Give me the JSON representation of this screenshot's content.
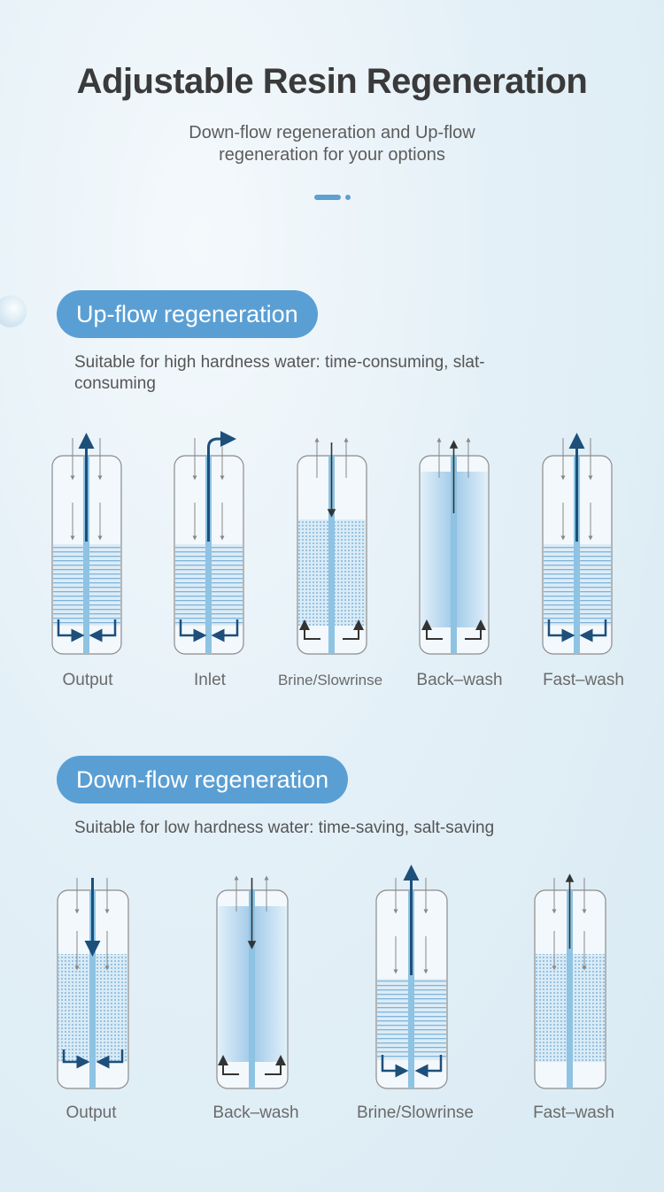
{
  "header": {
    "title": "Adjustable Resin Regeneration",
    "subtitle": "Down-flow regeneration and Up-flow regeneration for your options"
  },
  "upflow": {
    "pill": "Up-flow regeneration",
    "description": "Suitable for high hardness water: time-consuming, slat-consuming",
    "steps": [
      "Output",
      "Inlet",
      "Brine/Slowrinse",
      "Back–wash",
      "Fast–wash"
    ]
  },
  "downflow": {
    "pill": "Down-flow regeneration",
    "description": "Suitable for low hardness water: time-saving, salt-saving",
    "steps": [
      "Output",
      "Back–wash",
      "Brine/Slowrinse",
      "Fast–wash"
    ]
  },
  "colors": {
    "accent": "#5a9fd4",
    "resin_blue": "#8ec3e3",
    "arrow_dark": "#1d4f7a",
    "text": "#3a3a3a"
  }
}
